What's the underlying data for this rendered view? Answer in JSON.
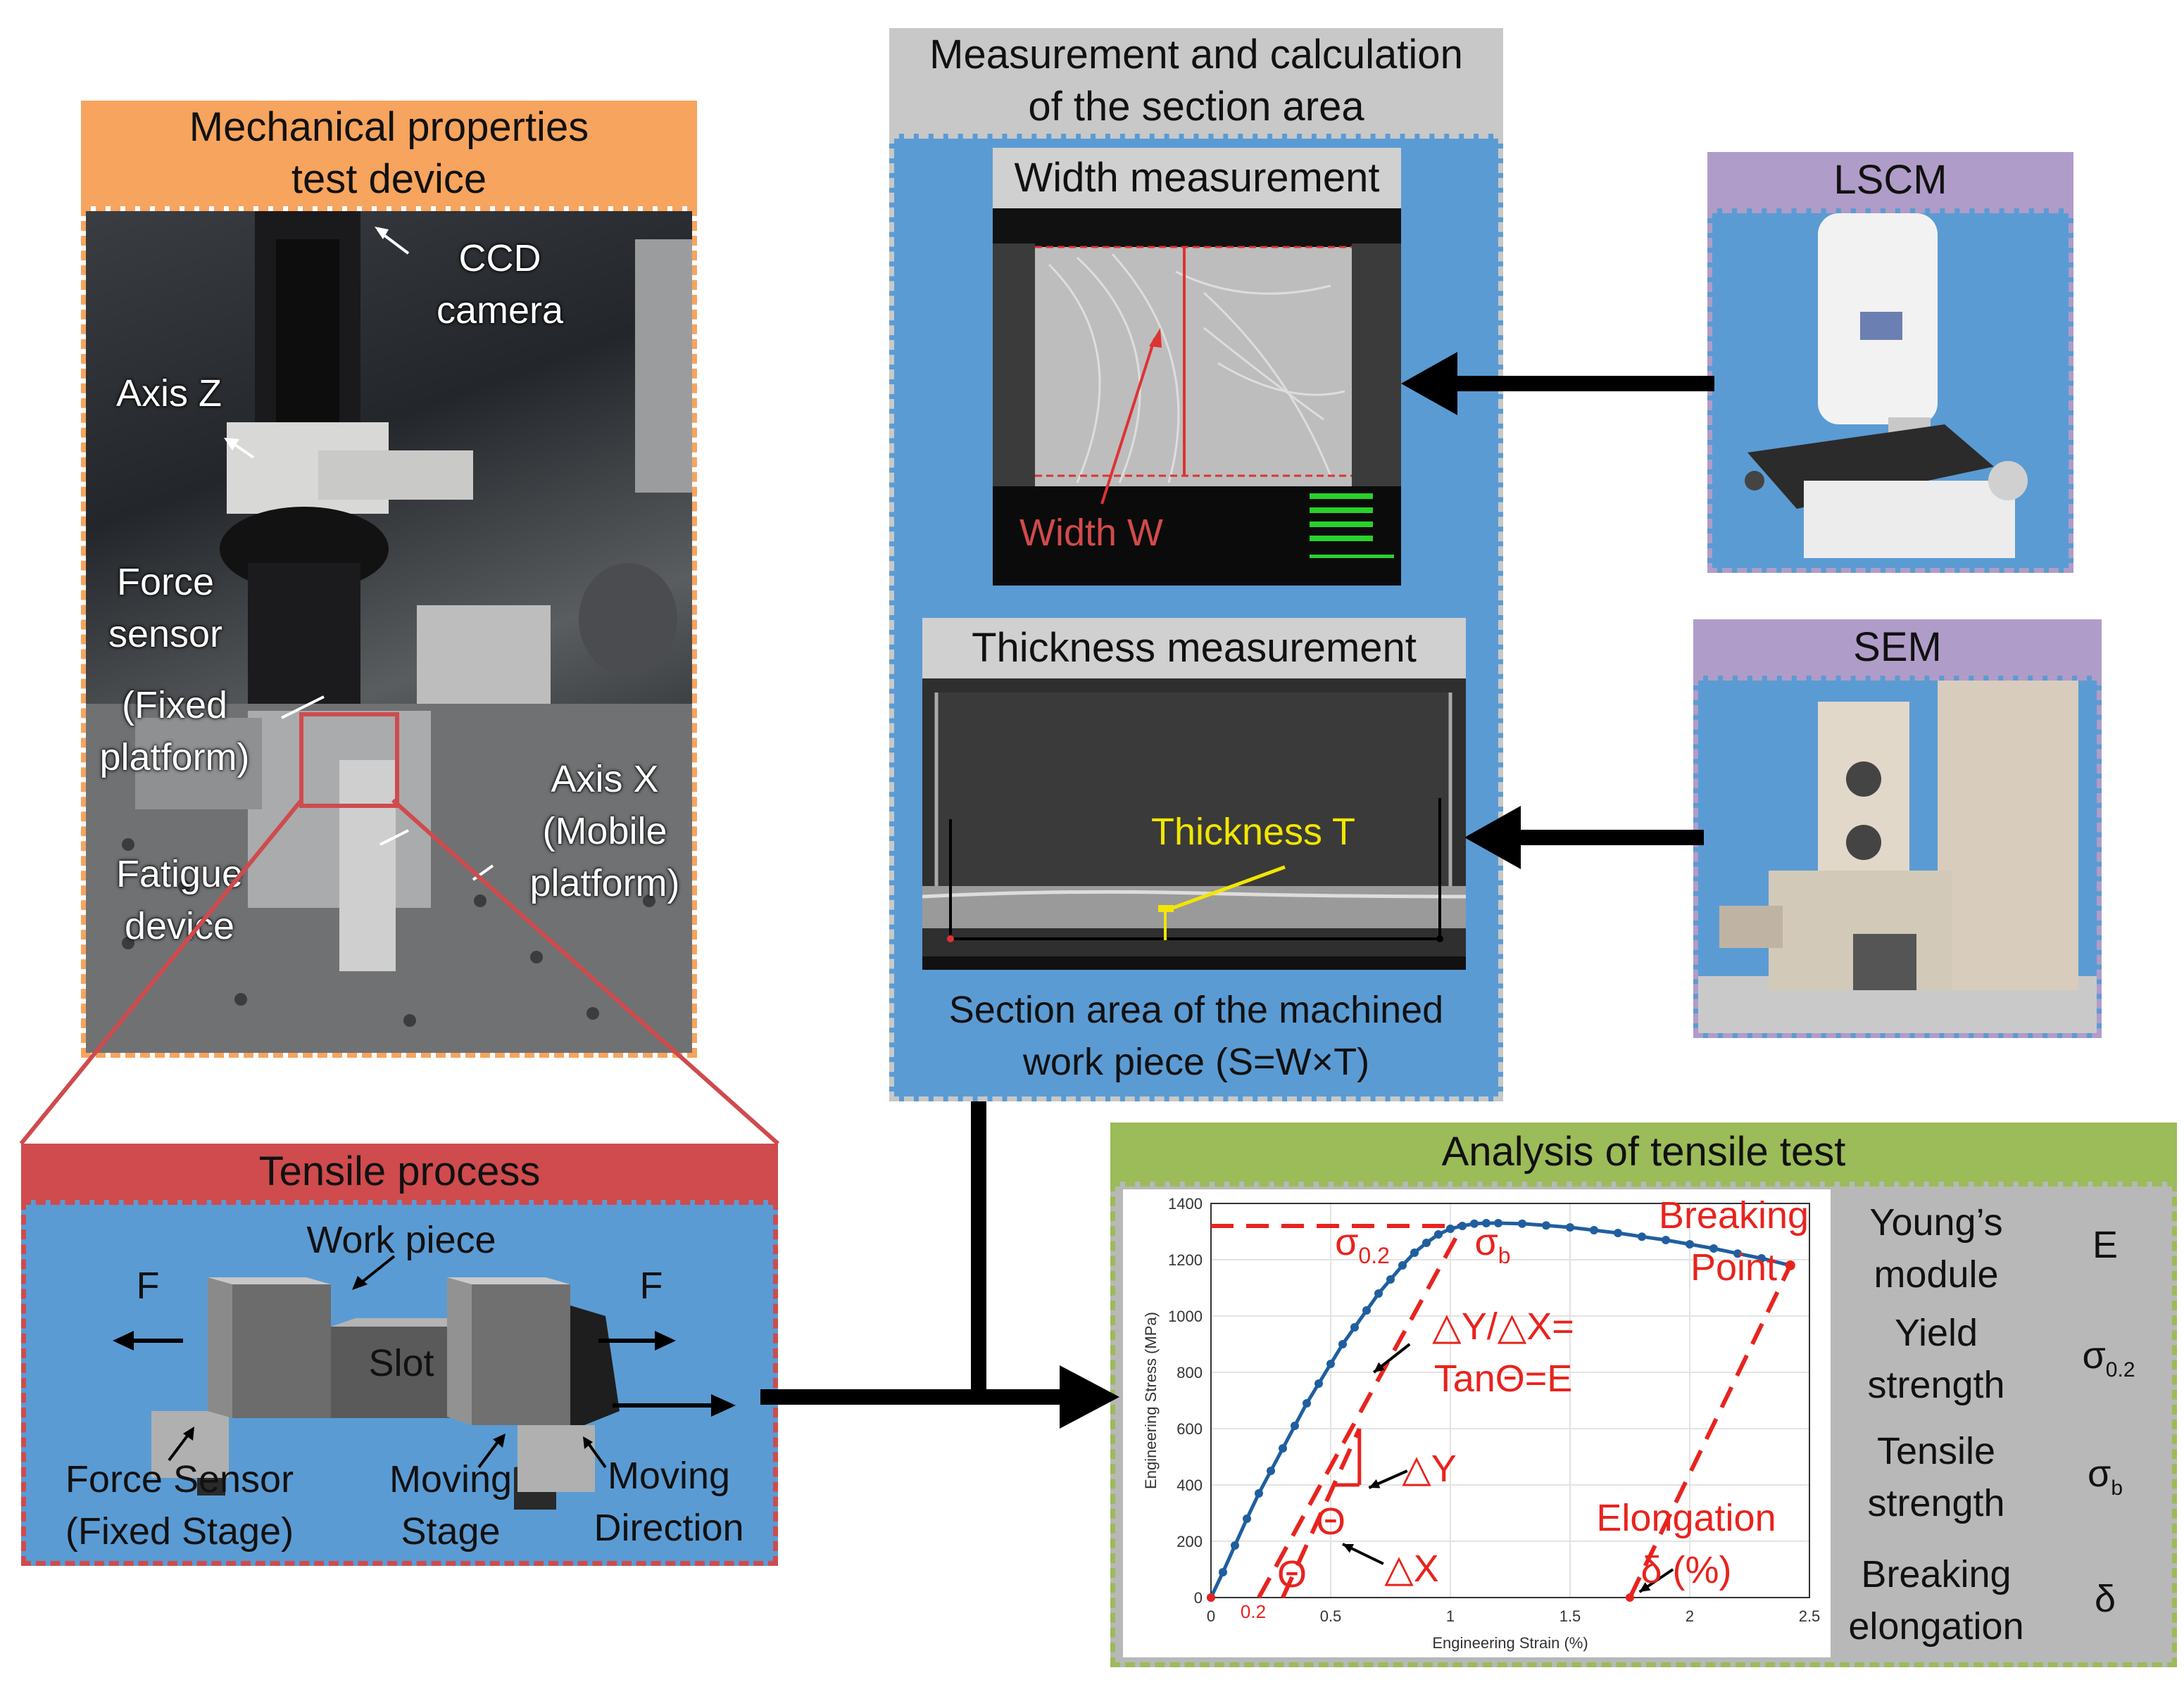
{
  "colors": {
    "orange_header": "#f6a45e",
    "red_header": "#cf4b4d",
    "gray_header": "#c8c8c8",
    "green_header": "#9cbb59",
    "purple_header": "#b09cc8",
    "blue_panel": "#5b9bd3",
    "gray_panel": "#b8b8b8",
    "curve_blue": "#1f5f9f",
    "annotation_red": "#e8231e",
    "annotation_yellow": "#f2e600"
  },
  "mechanical": {
    "title_line1": "Mechanical properties",
    "title_line2": "test device",
    "ccd_line1": "CCD",
    "ccd_line2": "camera",
    "axis_z": "Axis Z",
    "force_line1": "Force",
    "force_line2": "sensor",
    "fixed_line1": "(Fixed",
    "fixed_line2": "platform)",
    "axis_x_line1": "Axis X",
    "axis_x_line2": "(Mobile",
    "axis_x_line3": "platform)",
    "fatigue_line1": "Fatigue",
    "fatigue_line2": "device"
  },
  "tensile": {
    "title": "Tensile process",
    "work_piece": "Work piece",
    "force_left": "F",
    "force_right": "F",
    "slot": "Slot",
    "force_sensor_line1": "Force Sensor",
    "force_sensor_line2": "(Fixed Stage)",
    "moving_stage_line1": "Moving",
    "moving_stage_line2": "Stage",
    "moving_dir_line1": "Moving",
    "moving_dir_line2": "Direction"
  },
  "measurement": {
    "title_line1": "Measurement and calculation",
    "title_line2": "of the section area",
    "width_title": "Width measurement",
    "width_label": "Width W",
    "thickness_title": "Thickness measurement",
    "thickness_label": "Thickness T",
    "section_line1": "Section area of the machined",
    "section_line2": "work piece (S=W×T)"
  },
  "lscm": {
    "title": "LSCM"
  },
  "sem": {
    "title": "SEM"
  },
  "analysis": {
    "title": "Analysis of tensile test",
    "sigma02_sym": "σ",
    "sigma02_sub": "0.2",
    "sigmab_sym": "σ",
    "sigmab_sub": "b",
    "breaking_line1": "Breaking",
    "breaking_line2": "Point",
    "slope_line1": "△Y/△X=",
    "slope_line2": "TanΘ=E",
    "delta_y": "△Y",
    "theta_small": "Θ",
    "delta_x": "△X",
    "theta_big": "Θ",
    "elong_line1": "Elongation",
    "elong_line2": "δ (%)",
    "offset_label": "0.2",
    "props": [
      {
        "name_line1": "Young’s",
        "name_line2": "module",
        "sym": "E",
        "sub": ""
      },
      {
        "name_line1": "Yield",
        "name_line2": "strength",
        "sym": "σ",
        "sub": "0.2"
      },
      {
        "name_line1": "Tensile",
        "name_line2": "strength",
        "sym": "σ",
        "sub": "b"
      },
      {
        "name_line1": "Breaking",
        "name_line2": "elongation",
        "sym": "δ",
        "sub": ""
      }
    ]
  },
  "chart_data": {
    "type": "line",
    "xlabel": "Engineering Strain (%)",
    "ylabel": "Engineering Stress (MPa)",
    "xlim": [
      0,
      2.5
    ],
    "ylim": [
      0,
      1400
    ],
    "xticks": [
      "0",
      "0.5",
      "1",
      "1.5",
      "2",
      "2.5"
    ],
    "yticks": [
      "0",
      "200",
      "400",
      "600",
      "800",
      "1000",
      "1200",
      "1400"
    ],
    "grid": true,
    "series": [
      {
        "x": [
          0,
          0.05,
          0.1,
          0.15,
          0.2,
          0.25,
          0.3,
          0.35,
          0.4,
          0.45,
          0.5,
          0.55,
          0.6,
          0.65,
          0.7,
          0.75,
          0.8,
          0.85,
          0.9,
          0.95,
          1.0,
          1.05,
          1.1,
          1.15,
          1.2,
          1.3,
          1.4,
          1.5,
          1.6,
          1.7,
          1.8,
          1.9,
          2.0,
          2.1,
          2.2,
          2.3,
          2.42
        ],
        "y": [
          0,
          90,
          185,
          280,
          370,
          450,
          530,
          610,
          690,
          760,
          830,
          900,
          960,
          1020,
          1080,
          1130,
          1180,
          1225,
          1260,
          1290,
          1310,
          1320,
          1328,
          1330,
          1330,
          1328,
          1322,
          1315,
          1305,
          1295,
          1282,
          1270,
          1255,
          1240,
          1222,
          1205,
          1180
        ]
      }
    ],
    "yield_point": {
      "x": 1.05,
      "y": 1320
    },
    "breaking_point": {
      "x": 2.42,
      "y": 1180
    },
    "offset_strain": 0.2,
    "elongation_strain": 1.75
  }
}
